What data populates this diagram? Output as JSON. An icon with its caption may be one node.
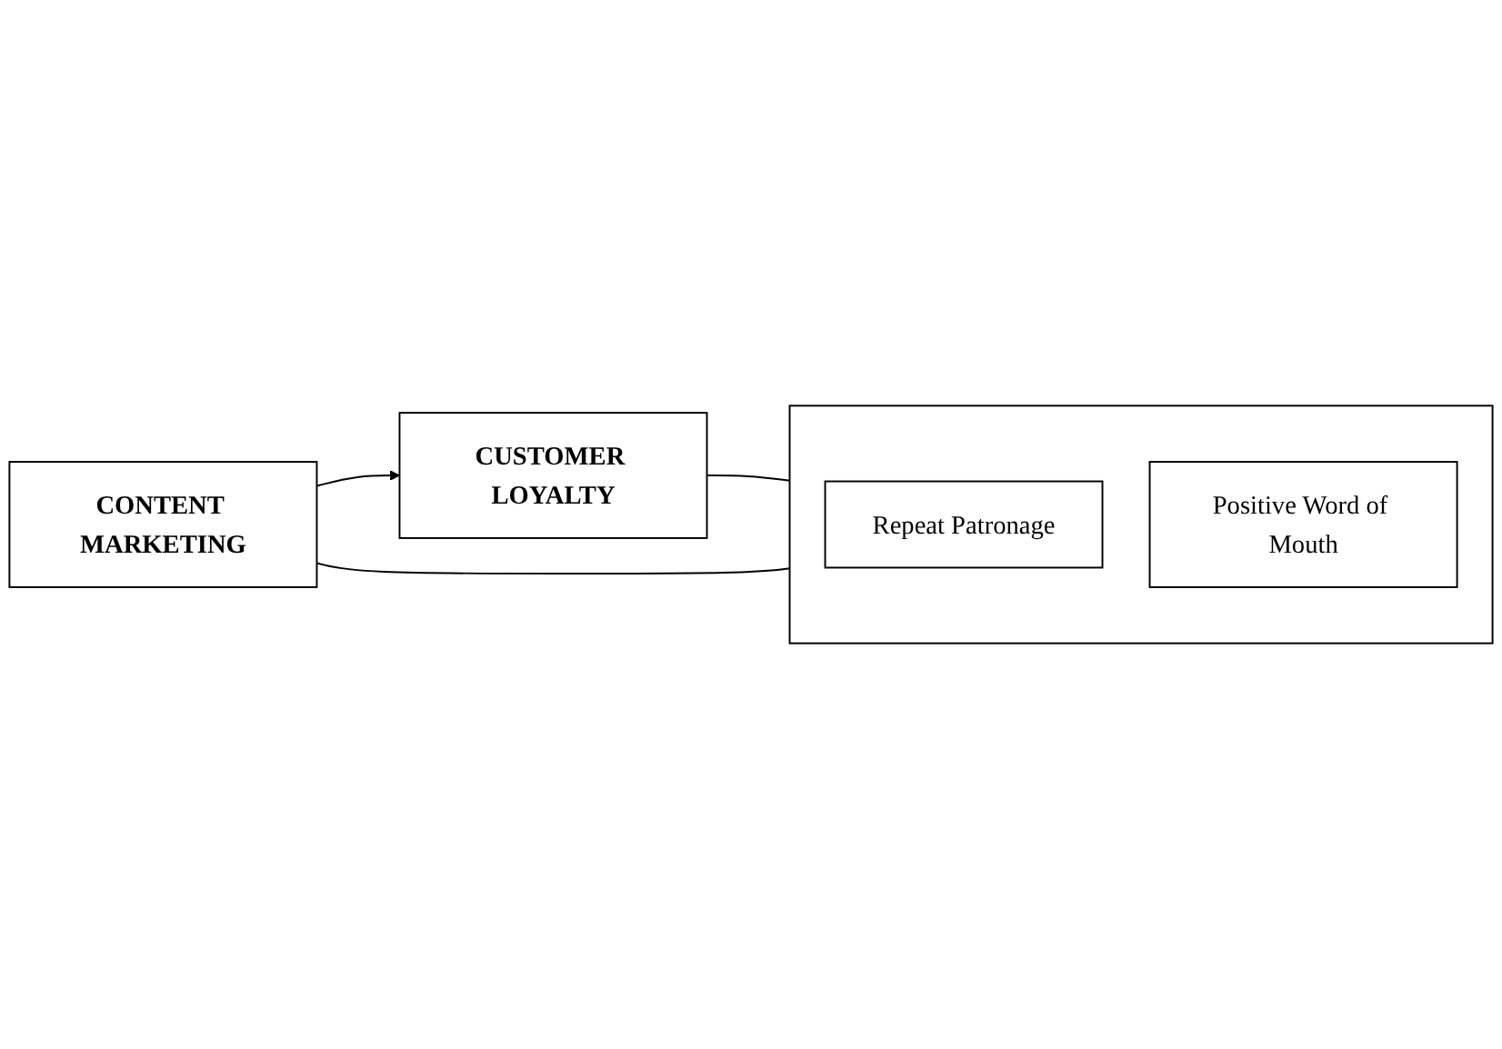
{
  "diagram": {
    "nodes": [
      {
        "text": [
          "CONTENT MARKETING"
        ]
      },
      {
        "text": [
          "CUSTOMER LOYALTY"
        ]
      },
      {
        "text": [],
        "shape": "box"
      },
      {
        "text": [
          "Repeat Patronage"
        ],
        "in": 2
      },
      {
        "text": [
          "Positive Word of Mouth"
        ],
        "in": 2
      }
    ],
    "edges": [
      {
        "from": 0,
        "to": 1,
        "arrow": "to"
      },
      {
        "from": 1,
        "to": 2,
        "arrow": "none"
      },
      {
        "from": 0,
        "to": 2,
        "arrow": "none"
      }
    ]
  }
}
